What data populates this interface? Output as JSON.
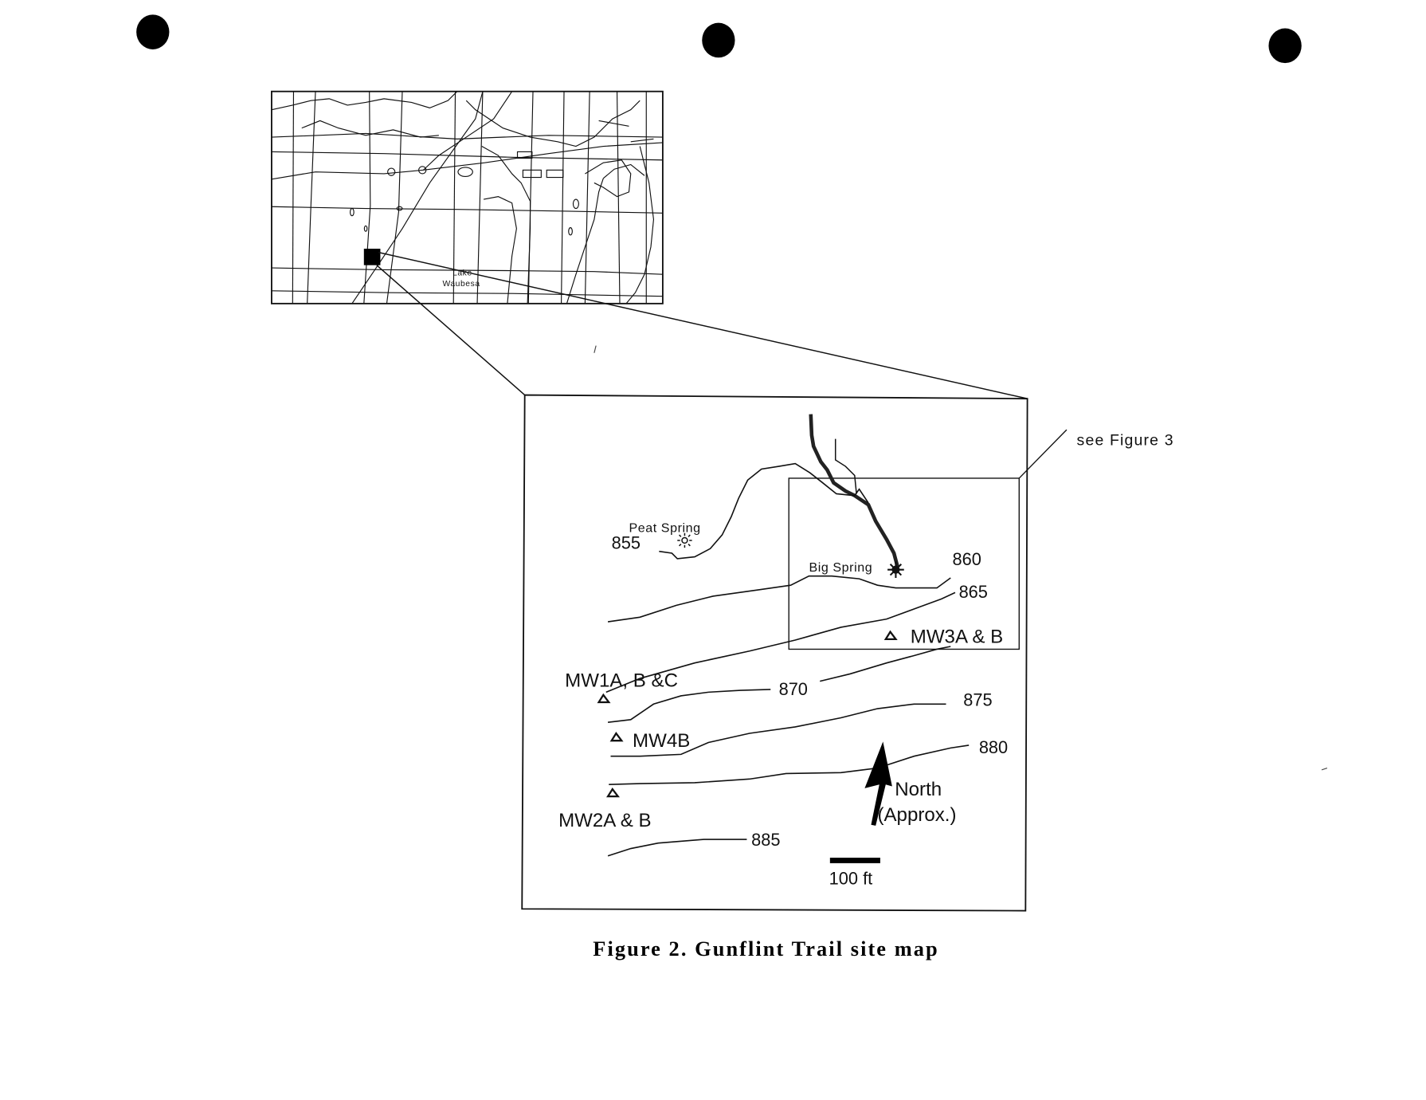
{
  "document": {
    "caption": "Figure 2. Gunflint Trail site map",
    "punch_holes": 3
  },
  "locator_map": {
    "lake_label_line1": "Lake",
    "lake_label_line2": "Waubesa"
  },
  "site_map": {
    "callout": "see Figure 3",
    "springs": [
      {
        "name": "Peat Spring"
      },
      {
        "name": "Big Spring"
      }
    ],
    "contours": [
      {
        "elevation": "855"
      },
      {
        "elevation": "860"
      },
      {
        "elevation": "865"
      },
      {
        "elevation": "870"
      },
      {
        "elevation": "875"
      },
      {
        "elevation": "880"
      },
      {
        "elevation": "885"
      }
    ],
    "wells": [
      {
        "label": "MW1A, B &C"
      },
      {
        "label": "MW4B"
      },
      {
        "label": "MW2A & B"
      },
      {
        "label": "MW3A & B"
      }
    ],
    "north_arrow": {
      "line1": "North",
      "line2": "(Approx.)"
    },
    "scale_bar": {
      "label": "100 ft"
    }
  },
  "colors": {
    "ink": "#111111",
    "paper": "#ffffff"
  }
}
